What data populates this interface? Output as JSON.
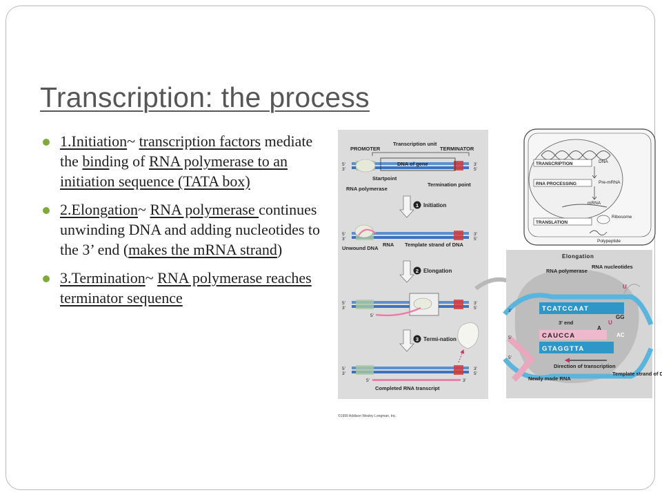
{
  "slide": {
    "title": "Transcription: the process",
    "bullets": [
      {
        "runs": [
          {
            "text": "1.Initiation",
            "u": true
          },
          {
            "text": "~  ",
            "u": false
          },
          {
            "text": "transcription factors",
            "u": true
          },
          {
            "text": " mediate the ",
            "u": false
          },
          {
            "text": "bind",
            "u": true
          },
          {
            "text": "ing of ",
            "u": false
          },
          {
            "text": "RNA polymerase to an initiation sequence (TATA box)",
            "u": true
          }
        ]
      },
      {
        "runs": [
          {
            "text": "2.Elongation",
            "u": true
          },
          {
            "text": "~  ",
            "u": false
          },
          {
            "text": "RNA polymerase ",
            "u": true
          },
          {
            "text": "continues unwinding DNA and adding nucleotides to the 3’ end (",
            "u": false
          },
          {
            "text": "makes the mRNA strand",
            "u": true
          },
          {
            "text": ")",
            "u": false
          }
        ]
      },
      {
        "runs": [
          {
            "text": "3.Termination",
            "u": true
          },
          {
            "text": "~  ",
            "u": false
          },
          {
            "text": "RNA polymerase reaches terminator sequence",
            "u": true
          }
        ]
      }
    ],
    "bullet_color": "#7fa93a"
  },
  "diagram": {
    "labels": {
      "promoter": "PROMOTER",
      "transcription_unit": "Transcription unit",
      "terminator": "TERMINATOR",
      "dna_of_gene": "DNA of gene",
      "rna_polymerase": "RNA polymerase",
      "startpoint": "Startpoint",
      "termination_point": "Termination point",
      "unwound_dna": "Unwound DNA",
      "rna": "RNA",
      "template_strand": "Template strand of DNA",
      "completed_transcript": "Completed RNA transcript",
      "five_prime": "5'",
      "three_prime": "3'"
    },
    "steps": [
      {
        "num": "1",
        "label": "Initiation"
      },
      {
        "num": "2",
        "label": "Elongation"
      },
      {
        "num": "3",
        "label": "Termi-nation"
      }
    ],
    "cell": {
      "transcription": "TRANSCRIPTION",
      "dna": "DNA",
      "rna_processing": "RNA PROCESSING",
      "pre_mrna": "Pre-mRNA",
      "mrna": "mRNA",
      "translation": "TRANSLATION",
      "ribosome": "Ribosome",
      "polypeptide": "Polypeptide"
    },
    "elongation": {
      "title": "Elongation",
      "rna_polymerase": "RNA polymerase",
      "rna_nucleotides": "RNA nucleotides",
      "three_end": "3' end",
      "top_strand": "TCATCCAAT",
      "rna_strand": "CAUCCA",
      "bottom_strand": "GTAGGTTA",
      "u1": "U",
      "u2": "U",
      "gg": "GG",
      "ac": "AC",
      "a": "A",
      "direction": "Direction of transcription",
      "template": "Template strand of DNA",
      "newly_made": "Newly made RNA"
    },
    "copyright": "©1999 Addison Wesley Longman, Inc."
  }
}
